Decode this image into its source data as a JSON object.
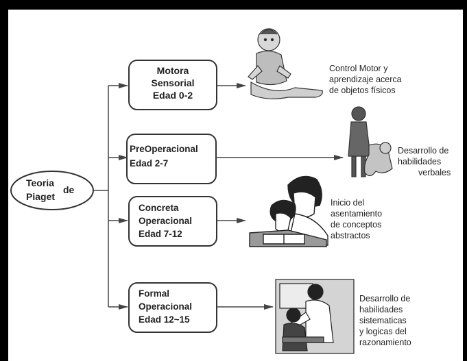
{
  "root": {
    "line1": "Teoria",
    "line2": "de",
    "line3": "Piaget"
  },
  "stages": [
    {
      "line1": "Motora",
      "line2": "Sensorial",
      "line3": "Edad 0-2",
      "desc": [
        "Control Motor y",
        "aprendizaje acerca",
        "de objetos físicos"
      ]
    },
    {
      "line1": "PreOperacional",
      "line2": "Edad 2-7",
      "desc": [
        "Desarrollo de",
        "habilidades",
        "verbales"
      ]
    },
    {
      "line1": "Concreta",
      "line2": "Operacional",
      "line3": "Edad 7-12",
      "desc": [
        "Inicio del",
        "asentamiento",
        "de conceptos",
        "abstractos"
      ]
    },
    {
      "line1": "Formal",
      "line2": "Operacional",
      "line3": "Edad 12~15",
      "desc": [
        "Desarrollo de",
        "habilidades",
        "sistematicas",
        "y logicas del",
        "razonamiento"
      ]
    }
  ],
  "colors": {
    "box_border": "#333333",
    "line": "#444444",
    "illustration": "#555555"
  }
}
